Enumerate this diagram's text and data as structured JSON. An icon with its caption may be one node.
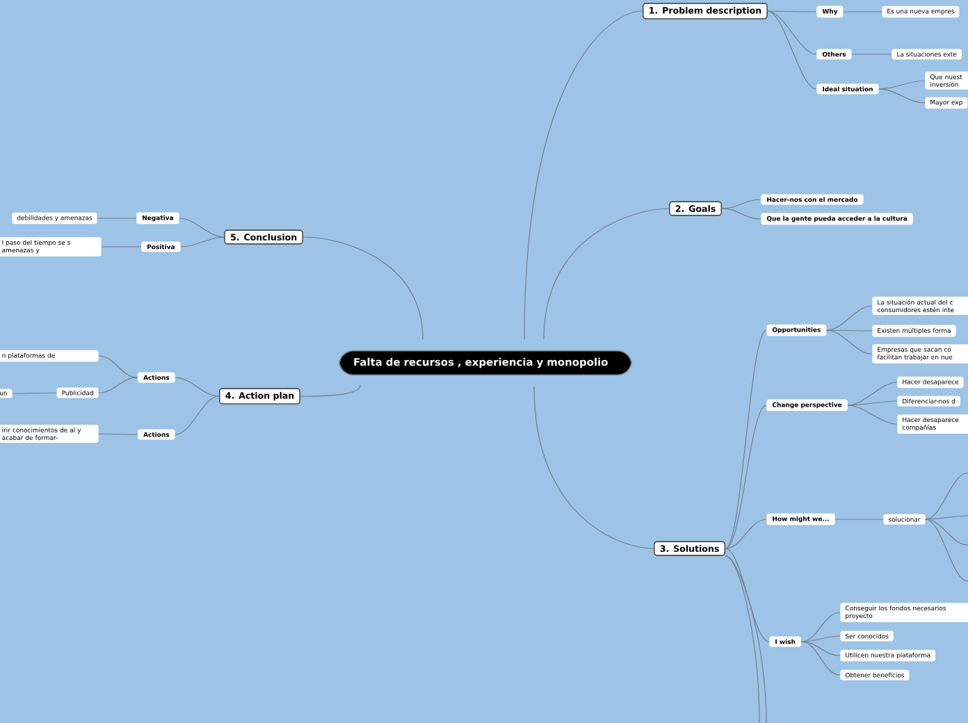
{
  "diagram": {
    "nodes": [
      {
        "text": [
          "Falta de recursos , experiencia y monopolio"
        ]
      },
      {
        "text": [
          "1. Problem description"
        ]
      },
      {
        "text": [
          "Why"
        ]
      },
      {
        "text": [
          "Es una nueva empres"
        ]
      },
      {
        "text": [
          "Others"
        ]
      },
      {
        "text": [
          "La situaciones exte"
        ]
      },
      {
        "text": [
          "Ideal situation"
        ]
      },
      {
        "text": [
          "Que nuest inversión"
        ]
      },
      {
        "text": [
          "Mayor exp"
        ]
      },
      {
        "text": [
          "2. Goals"
        ]
      },
      {
        "text": [
          "Hacer-nos con el mercado"
        ]
      },
      {
        "text": [
          "Que la gente pueda acceder a la cultura"
        ]
      },
      {
        "text": [
          "3. Solutions"
        ]
      },
      {
        "text": [
          "Opportunities"
        ]
      },
      {
        "text": [
          "La situación actual del c consumidores estén inte"
        ]
      },
      {
        "text": [
          "Existen múltiples forma"
        ]
      },
      {
        "text": [
          "Empresas que sacan co facilitan trabajar en nue"
        ]
      },
      {
        "text": [
          "Change perspective"
        ]
      },
      {
        "text": [
          "Hacer desaparece"
        ]
      },
      {
        "text": [
          "Diferenciar-nos d"
        ]
      },
      {
        "text": [
          "Hacer desaparece compañías"
        ]
      },
      {
        "text": [
          "How might we..."
        ]
      },
      {
        "text": [
          "solucionar"
        ]
      },
      {
        "text": [
          "I wish"
        ]
      },
      {
        "text": [
          "Conseguir los fondos necesarios proyecto"
        ]
      },
      {
        "text": [
          "Ser conocidos"
        ]
      },
      {
        "text": [
          "Utilicen nuestra plataforma"
        ]
      },
      {
        "text": [
          "Obtener beneficios"
        ]
      },
      {
        "text": [
          "4. Action plan"
        ]
      },
      {
        "text": [
          "Actions"
        ]
      },
      {
        "text": [
          "n plataformas de"
        ]
      },
      {
        "text": [
          "Publicidad"
        ]
      },
      {
        "text": [
          "un"
        ]
      },
      {
        "text": [
          "Actions"
        ]
      },
      {
        "text": [
          "irir conocimientos de al y acabar de formar-"
        ]
      },
      {
        "text": [
          "5. Conclusion"
        ]
      },
      {
        "text": [
          "Negativa"
        ]
      },
      {
        "text": [
          "debilidades y amenazas"
        ]
      },
      {
        "text": [
          "Positiva"
        ]
      },
      {
        "text": [
          "l paso del tiempo se s amenazas y"
        ]
      }
    ],
    "edges": [
      {
        "from": 0,
        "to": 1,
        "arrow": "none"
      },
      {
        "from": 0,
        "to": 9,
        "arrow": "none"
      },
      {
        "from": 0,
        "to": 12,
        "arrow": "none"
      },
      {
        "from": 0,
        "to": 28,
        "arrow": "none"
      },
      {
        "from": 0,
        "to": 35,
        "arrow": "none"
      },
      {
        "from": 1,
        "to": 2,
        "arrow": "none"
      },
      {
        "from": 2,
        "to": 3,
        "arrow": "none"
      },
      {
        "from": 1,
        "to": 4,
        "arrow": "none"
      },
      {
        "from": 4,
        "to": 5,
        "arrow": "none"
      },
      {
        "from": 1,
        "to": 6,
        "arrow": "none"
      },
      {
        "from": 6,
        "to": 7,
        "arrow": "none"
      },
      {
        "from": 6,
        "to": 8,
        "arrow": "none"
      },
      {
        "from": 9,
        "to": 10,
        "arrow": "none"
      },
      {
        "from": 9,
        "to": 11,
        "arrow": "none"
      },
      {
        "from": 12,
        "to": 13,
        "arrow": "none"
      },
      {
        "from": 13,
        "to": 14,
        "arrow": "none"
      },
      {
        "from": 13,
        "to": 15,
        "arrow": "none"
      },
      {
        "from": 13,
        "to": 16,
        "arrow": "none"
      },
      {
        "from": 12,
        "to": 17,
        "arrow": "none"
      },
      {
        "from": 17,
        "to": 18,
        "arrow": "none"
      },
      {
        "from": 17,
        "to": 19,
        "arrow": "none"
      },
      {
        "from": 17,
        "to": 20,
        "arrow": "none"
      },
      {
        "from": 12,
        "to": 21,
        "arrow": "none"
      },
      {
        "from": 21,
        "to": 22,
        "arrow": "none"
      },
      {
        "from": 22,
        "to": null,
        "arrow": "none"
      },
      {
        "from": 22,
        "to": null,
        "arrow": "none"
      },
      {
        "from": 22,
        "to": null,
        "arrow": "none"
      },
      {
        "from": 22,
        "to": null,
        "arrow": "none"
      },
      {
        "from": 12,
        "to": 23,
        "arrow": "none"
      },
      {
        "from": 23,
        "to": 24,
        "arrow": "none"
      },
      {
        "from": 23,
        "to": 25,
        "arrow": "none"
      },
      {
        "from": 23,
        "to": 26,
        "arrow": "none"
      },
      {
        "from": 23,
        "to": 27,
        "arrow": "none"
      },
      {
        "from": 12,
        "to": null,
        "arrow": "none"
      },
      {
        "from": 12,
        "to": null,
        "arrow": "none"
      },
      {
        "from": 28,
        "to": 29,
        "arrow": "none"
      },
      {
        "from": 29,
        "to": 30,
        "arrow": "none"
      },
      {
        "from": 29,
        "to": 31,
        "arrow": "none"
      },
      {
        "from": 31,
        "to": 32,
        "arrow": "none"
      },
      {
        "from": 28,
        "to": 33,
        "arrow": "none"
      },
      {
        "from": 33,
        "to": 34,
        "arrow": "none"
      },
      {
        "from": 35,
        "to": 36,
        "arrow": "none"
      },
      {
        "from": 36,
        "to": 37,
        "arrow": "none"
      },
      {
        "from": 35,
        "to": 38,
        "arrow": "none"
      },
      {
        "from": 38,
        "to": 39,
        "arrow": "none"
      }
    ]
  }
}
